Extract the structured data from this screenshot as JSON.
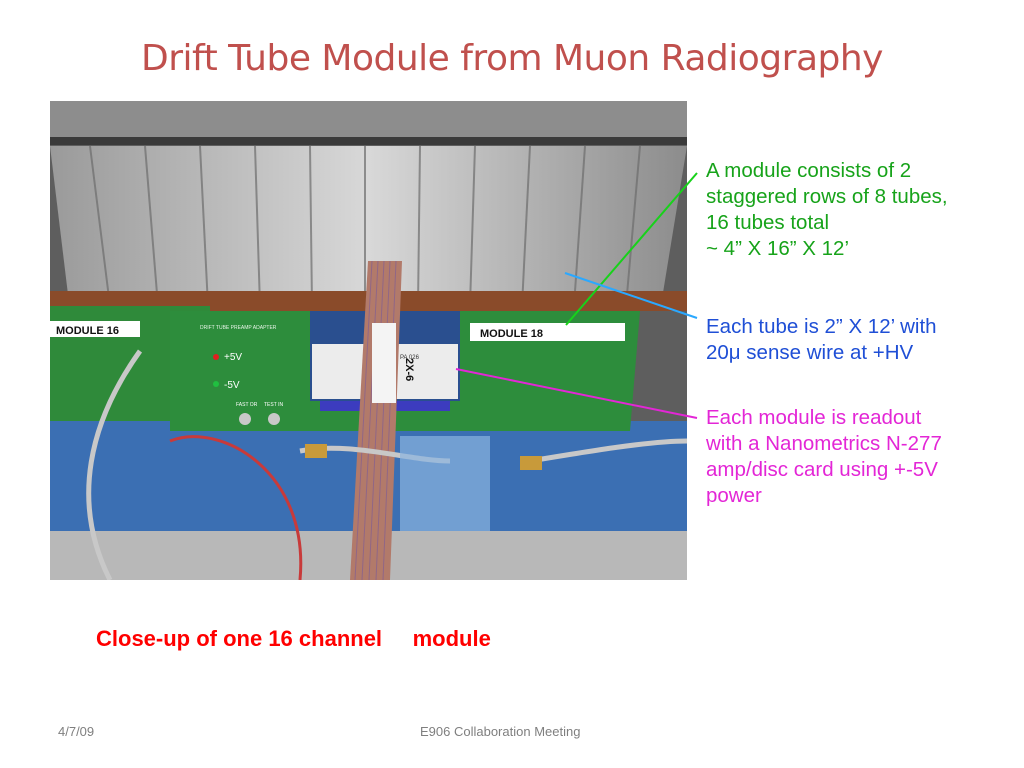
{
  "slide": {
    "title": "Drift Tube Module from Muon Radiography",
    "caption": "Close-up of one 16 channel     module",
    "footer_date": "4/7/09",
    "footer_meeting": "E906 Collaboration Meeting"
  },
  "photo": {
    "labels": {
      "module_left": "MODULE    16",
      "module_right": "MODULE    18",
      "board_header": "DRIFT TUBE PREAMP ADAPTER",
      "plus5v": "+5V",
      "minus5v": "-5V",
      "fast_or": "FAST OR",
      "test_in": "TEST IN",
      "card_label": "PA  026",
      "cable_tag": "2X-6"
    }
  },
  "notes": {
    "green": {
      "lines": [
        "A module consists of 2",
        "staggered rows of 8 tubes,",
        "16 tubes total",
        "~ 4” X 16” X 12’"
      ],
      "color": "#17a31a"
    },
    "blue": {
      "lines": [
        "Each tube is 2” X 12’ with",
        "20μ sense wire at +HV"
      ],
      "color": "#1f4fd6"
    },
    "magenta": {
      "lines": [
        "Each module is readout",
        "with a Nanometrics N-277",
        "amp/disc card using +-5V",
        "power"
      ],
      "color": "#e326d6"
    }
  },
  "colors": {
    "title": "#c0504d",
    "caption": "#ff0000",
    "footer": "#7f7f7f"
  }
}
